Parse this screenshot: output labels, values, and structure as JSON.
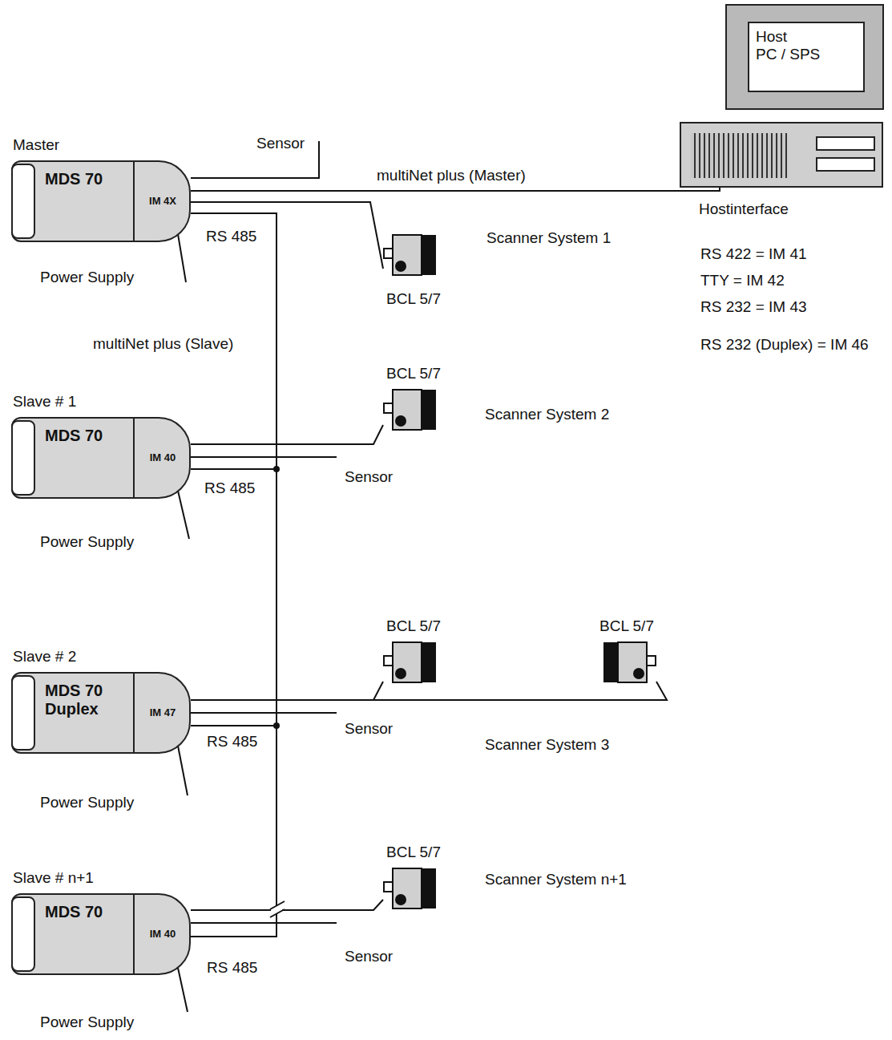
{
  "diagram": {
    "nodes": [
      {
        "text": [
          "Master",
          "MDS 70"
        ]
      },
      {
        "text": [
          "IM 4X"
        ],
        "in": 0
      },
      {
        "text": [
          "Host",
          "PC / SPS"
        ]
      },
      {
        "text": [
          "Hostinterface"
        ]
      },
      {
        "text": [
          "BCL 5/7"
        ]
      },
      {
        "text": [
          "Slave # 1",
          "MDS 70"
        ]
      },
      {
        "text": [
          "IM 40"
        ],
        "in": 5
      },
      {
        "text": [
          "BCL 5/7"
        ]
      },
      {
        "text": [
          "Slave # 2",
          "MDS 70 Duplex"
        ]
      },
      {
        "text": [
          "IM 47"
        ],
        "in": 8
      },
      {
        "text": [
          "BCL 5/7"
        ]
      },
      {
        "text": [
          "BCL 5/7"
        ]
      },
      {
        "text": [
          "Slave # n+1",
          "MDS 70"
        ]
      },
      {
        "text": [
          "IM 40"
        ],
        "in": 12
      },
      {
        "text": [
          "BCL 5/7"
        ]
      }
    ],
    "edges": [
      {
        "from": 1,
        "to": 3,
        "label": "multiNet plus (Master)",
        "arrow": "none"
      },
      {
        "from": 1,
        "to": 4,
        "arrow": "none"
      },
      {
        "from": 1,
        "to": 6,
        "label": "multiNet plus (Slave)",
        "arrow": "none"
      },
      {
        "from": 1,
        "to": 9,
        "arrow": "none"
      },
      {
        "from": 1,
        "to": 13,
        "arrow": "none"
      },
      {
        "from": 6,
        "to": 7,
        "arrow": "none"
      },
      {
        "from": 9,
        "to": 10,
        "arrow": "none"
      },
      {
        "from": 9,
        "to": 11,
        "arrow": "none"
      },
      {
        "from": 13,
        "to": 14,
        "arrow": "none"
      }
    ],
    "labels": [
      "Sensor",
      "RS 485",
      "Power Supply",
      "Scanner System 1",
      "RS 422 = IM 41",
      "TTY = IM 42",
      "RS 232 = IM 43",
      "RS 232 (Duplex) = IM 46",
      "Sensor",
      "RS 485",
      "Power Supply",
      "Scanner System 2",
      "Sensor",
      "RS 485",
      "Power Supply",
      "Scanner System 3",
      "Sensor",
      "RS 485",
      "Power Supply",
      "Scanner System n+1"
    ]
  }
}
